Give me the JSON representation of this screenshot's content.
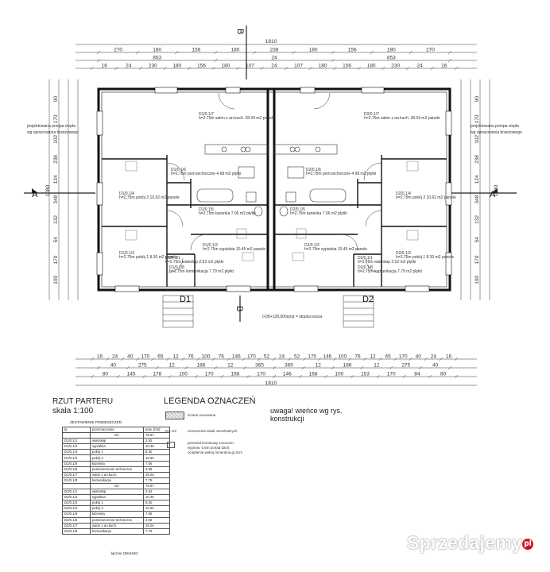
{
  "top_dims": {
    "overall": "1810",
    "row1": [
      "270",
      "180",
      "156",
      "180",
      "238",
      "180",
      "156",
      "180",
      "270"
    ],
    "row2": [
      "853",
      "24",
      "853"
    ],
    "row3": [
      "16",
      "24",
      "230",
      "180",
      "156",
      "180",
      "107",
      "24",
      "107",
      "180",
      "156",
      "180",
      "230",
      "24",
      "16"
    ],
    "marker": "B"
  },
  "bottom_dims": {
    "overall": "1810",
    "row1": [
      "16",
      "24",
      "40",
      "170",
      "65",
      "12",
      "76",
      "100",
      "76",
      "146",
      "170",
      "52",
      "24",
      "52",
      "170",
      "146",
      "100",
      "76",
      "12",
      "65",
      "170",
      "40",
      "24",
      "16"
    ],
    "row2": [
      "40",
      "275",
      "12",
      "186",
      "12",
      "365",
      "365",
      "12",
      "186",
      "12",
      "275",
      "40"
    ],
    "row3": [
      "80",
      "145",
      "178",
      "100",
      "170",
      "168",
      "170",
      "146",
      "168",
      "100",
      "153",
      "170",
      "84",
      "80"
    ],
    "marker": "B"
  },
  "left_dims": {
    "overall": "1080",
    "segments": [
      "90",
      "170",
      "102",
      "238",
      "124",
      "348",
      "132",
      "54",
      "170",
      "100"
    ],
    "marker": "A"
  },
  "right_dims": {
    "overall": "1080",
    "segments": [
      "90",
      "170",
      "102",
      "238",
      "124",
      "348",
      "132",
      "54",
      "170",
      "100"
    ],
    "marker": "A"
  },
  "annotations": {
    "heat_pump_left": [
      "projektowana pompa ciepła",
      "wg opracowania branżowego"
    ],
    "heat_pump_right": [
      "projektowana pompa ciepła",
      "wg opracowania branżowego"
    ],
    "stairs_left": "D1",
    "stairs_right": "D2",
    "flue_note": "0,08+128,00mpnp = stopka kosza"
  },
  "rooms_left": [
    {
      "code": "D1/0.1/7",
      "text": "h=2.75m salon z an.kuch. 28.04 m2 panele"
    },
    {
      "code": "D1/0.1/6",
      "text": "h=2.75m pom.techniczne 4.68 m2 płytki"
    },
    {
      "code": "D1/0.1/5",
      "text": "h=2.75m łazienka 7.06 m2 płytki"
    },
    {
      "code": "D1/0.1/4",
      "text": "h=2.75m pokój 2 10.62 m2 panele"
    },
    {
      "code": "D1/0.1/3",
      "text": "h=2.75m pokój 1 8.30 m2 panele"
    },
    {
      "code": "D1/0.1/2",
      "text": "h=2.75m sypialnia 10.45 m2 panele"
    },
    {
      "code": "D1/0.1/8",
      "text": "h=2.75m komunikacja 7.79 m2 płytki"
    },
    {
      "code": "D1/0.1/1",
      "text": "h=2.75m wiatrołap 2.52 m2 płytki"
    }
  ],
  "rooms_right": [
    {
      "code": "D2/0.1/7",
      "text": "h=2.75m salon z an.kuch. 28.04 m2 panele"
    },
    {
      "code": "D2/0.1/6",
      "text": "h=2.75m pom.techniczne 4.68 m2 płytki"
    },
    {
      "code": "D2/0.1/5",
      "text": "h=2.75m łazienka 7.06 m2 płytki"
    },
    {
      "code": "D2/0.1/4",
      "text": "h=2.75m pokój 2 10.62 m2 panele"
    },
    {
      "code": "D2/0.1/3",
      "text": "h=2.75m pokój 1 8.30 m2 panele"
    },
    {
      "code": "D2/0.1/2",
      "text": "h=2.75m sypialnia 10.45 m2 panele"
    },
    {
      "code": "D2/0.1/8",
      "text": "h=2.75m komunikacja 7.79 m2 płytki"
    },
    {
      "code": "D2/0.1/1",
      "text": "h=2.75m wiatrołap 2.52 m2 płytki"
    }
  ],
  "title": {
    "line1": "RZUT PARTERU",
    "line2": "skala 1:100"
  },
  "legend": {
    "title": "LEGENDA OZNACZEŃ",
    "items": [
      {
        "symbol": "",
        "text": "ściana murowana"
      },
      {
        "symbol": "D1, D2",
        "text": "oznaczenia lokali mieszkalnych"
      },
      {
        "symbol": "",
        "text": "przewód kominowy 14x14cm,"
      },
      {
        "symbol": "",
        "text": "wyprow. 0,6m ponad dach,"
      },
      {
        "symbol": "",
        "text": "ocieplenie wełną mineralną gr.2cm"
      }
    ]
  },
  "note": {
    "line1": "uwaga! wieńce wg rys.",
    "line2": "konstrukcji"
  },
  "rooms_table": {
    "caption": "ZESTAWIENIE POMIESZCZEŃ",
    "headers": [
      "lp.",
      "przeznaczenie",
      "pow. [m2]"
    ],
    "rows": [
      [
        "",
        "D1",
        "78.97"
      ],
      [
        "D1/0.1/1",
        "wiatrołap",
        "2.52"
      ],
      [
        "D1/0.1/2",
        "sypialnia",
        "10.45"
      ],
      [
        "D1/0.1/3",
        "pokój 1",
        "8.30"
      ],
      [
        "D1/0.1/4",
        "pokój 2",
        "10.62"
      ],
      [
        "D1/0.1/5",
        "łazienka",
        "7.06"
      ],
      [
        "D1/0.1/6",
        "pomieszczenie techniczne",
        "4.68"
      ],
      [
        "D1/0.1/7",
        "salon z an.kuch.",
        "28.04"
      ],
      [
        "D1/0.1/8",
        "komunikacja",
        "7.79"
      ],
      [
        "",
        "D2",
        "78.97"
      ],
      [
        "D2/0.1/1",
        "wiatrołap",
        "2.52"
      ],
      [
        "D2/0.1/2",
        "sypialnia",
        "10.45"
      ],
      [
        "D2/0.1/3",
        "pokój 1",
        "8.30"
      ],
      [
        "D2/0.1/4",
        "pokój 2",
        "10.62"
      ],
      [
        "D2/0.1/5",
        "łazienka",
        "7.06"
      ],
      [
        "D2/0.1/6",
        "pomieszczenie techniczne",
        "4.68"
      ],
      [
        "D2/0.1/7",
        "salon z an.kuch.",
        "28.04"
      ],
      [
        "D2/0.1/8",
        "komunikacja",
        "7.79"
      ]
    ],
    "total": "łącznie 159,94m2"
  },
  "watermark": {
    "text": "Sprzedajemy",
    "badge": "pl"
  }
}
